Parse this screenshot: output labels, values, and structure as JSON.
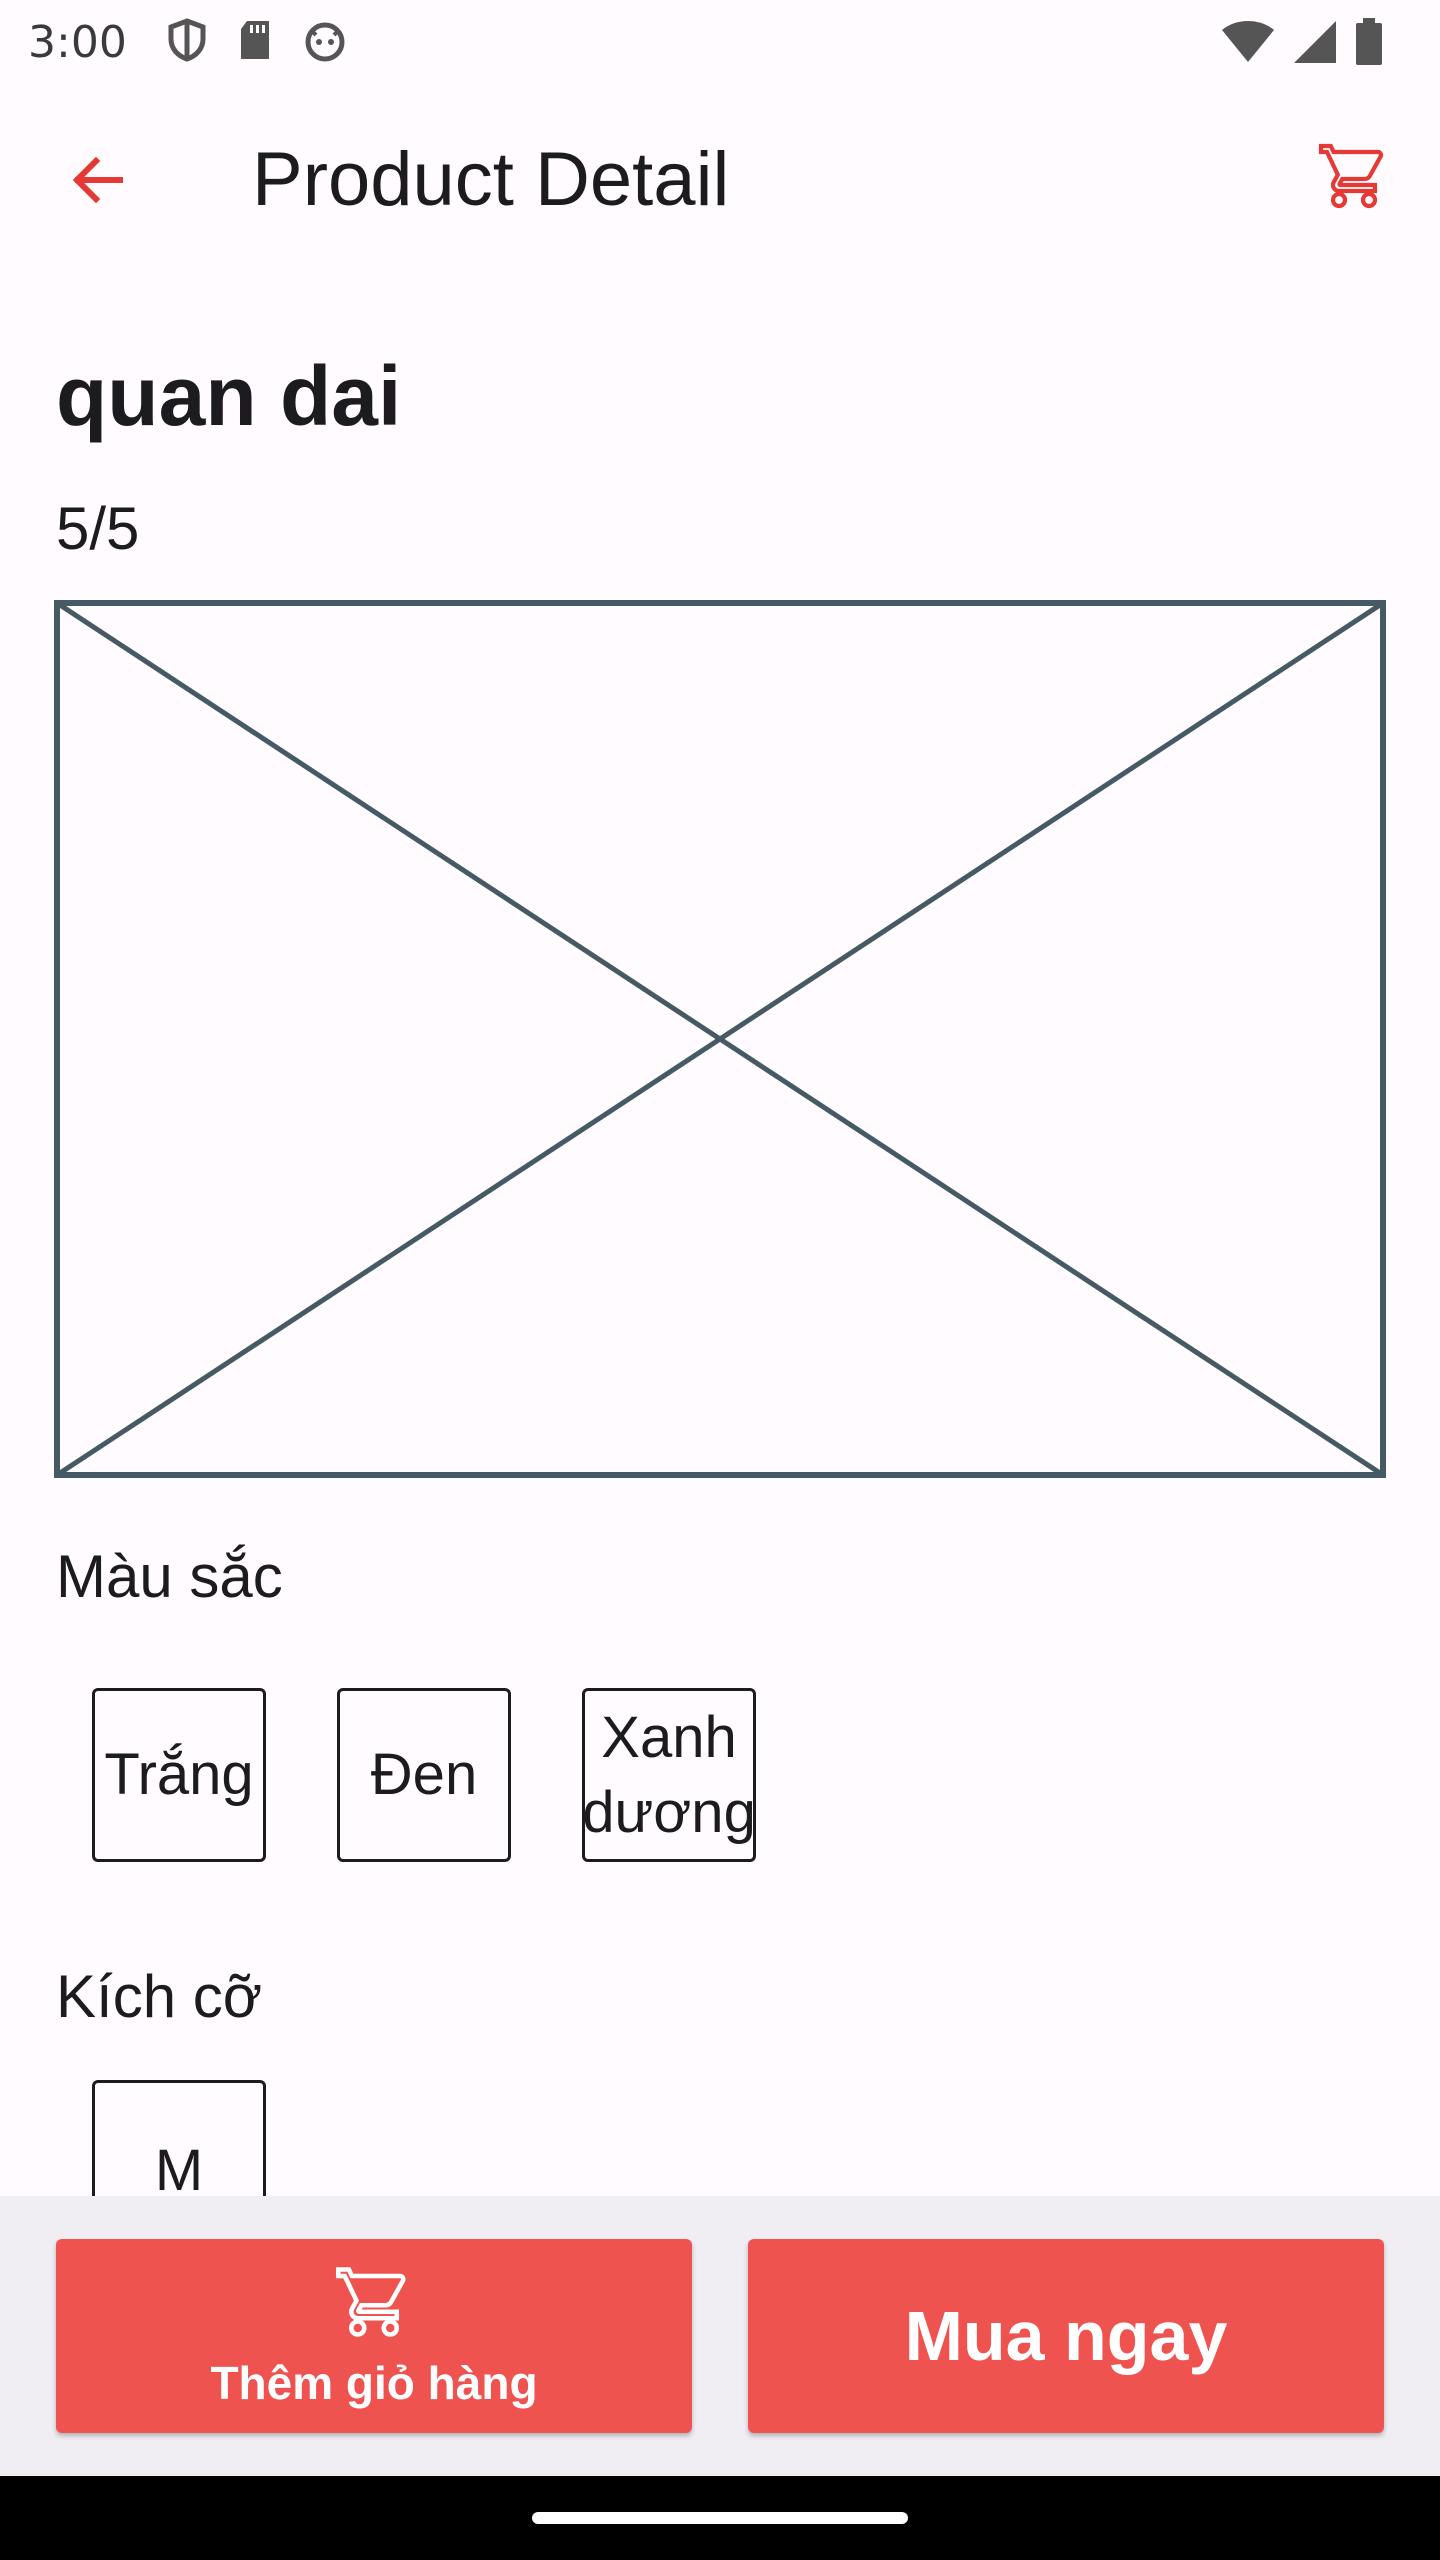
{
  "status_bar": {
    "time": "3:00",
    "icons_left": [
      "shield-icon",
      "sd-card-icon",
      "robot-face-icon"
    ],
    "icons_right": [
      "wifi-icon",
      "signal-icon",
      "battery-icon"
    ]
  },
  "app_bar": {
    "title": "Product Detail",
    "back_icon": "arrow-back-icon",
    "cart_icon": "shopping-cart-icon",
    "accent_color": "#e53935"
  },
  "product": {
    "name": "quan dai",
    "rating": "5/5"
  },
  "color_section": {
    "label": "Màu sắc",
    "options": [
      "Trắng",
      "Đen",
      "Xanh dương"
    ]
  },
  "size_section": {
    "label": "Kích cỡ",
    "options": [
      "M"
    ]
  },
  "actions": {
    "add_to_cart_label": "Thêm giỏ hàng",
    "buy_now_label": "Mua ngay",
    "button_color": "#ef5350"
  }
}
